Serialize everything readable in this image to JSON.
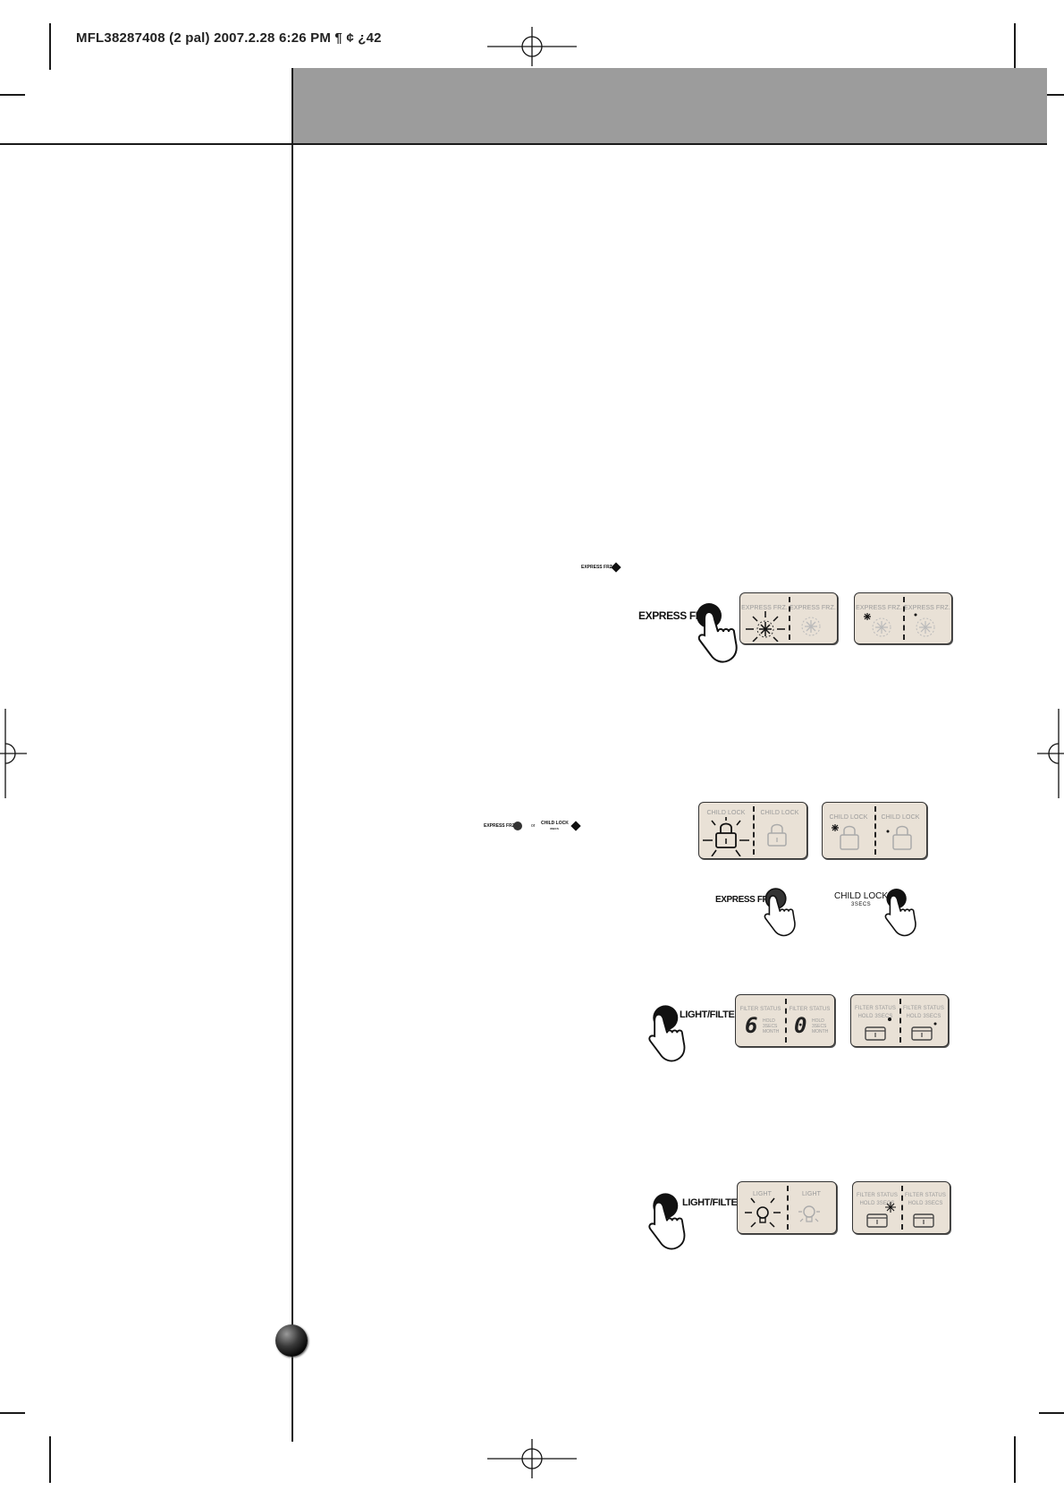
{
  "header": {
    "print_slug": "MFL38287408 (2  pal) 2007.2.28 6:26 PM ¶ ¢ ¿42"
  },
  "diagrams": {
    "express_frz": {
      "inline_label": "EXPRESS FRZ.",
      "button_label": "EXPRESS FRZ.",
      "lcd_1": {
        "left_caption": "EXPRESS FRZ.",
        "right_caption": "EXPRESS FRZ."
      },
      "lcd_2": {
        "left_caption": "EXPRESS FRZ.",
        "right_caption": "EXPRESS FRZ."
      }
    },
    "child_lock": {
      "inline_label_a": "EXPRESS FRZ.",
      "inline_or": "or",
      "inline_label_b": "CHILD LOCK",
      "inline_label_b_sub": "3SECS",
      "lcd_1": {
        "left_caption": "CHILD LOCK",
        "right_caption": "CHILD LOCK"
      },
      "lcd_2": {
        "left_caption": "CHILD LOCK",
        "right_caption": "CHILD LOCK"
      },
      "button_a_label": "EXPRESS FRZ.",
      "button_b_label": "CHILD LOCK",
      "button_b_sub": "3SECS"
    },
    "filter": {
      "button_label": "LIGHT/FILTER",
      "lcd_1": {
        "left_caption": "FILTER STATUS",
        "right_caption": "FILTER STATUS",
        "left_digit": "6",
        "right_digit": "0",
        "unit_lines": [
          "HOLD",
          "3SECS",
          "MONTH"
        ]
      },
      "lcd_2": {
        "left_caption": "FILTER STATUS",
        "left_caption_2": "HOLD 3SECS",
        "right_caption": "FILTER STATUS",
        "right_caption_2": "HOLD 3SECS"
      }
    },
    "light": {
      "button_label": "LIGHT/FILTER",
      "lcd_1": {
        "left_caption": "LIGHT",
        "right_caption": "LIGHT"
      },
      "lcd_2": {
        "left_caption": "FILTER STATUS",
        "left_caption_2": "HOLD 3SECS",
        "right_caption": "FILTER STATUS",
        "right_caption_2": "HOLD 3SECS"
      }
    }
  },
  "colors": {
    "header_band": "#9c9c9c",
    "lcd_background": "#e9e1d6",
    "ink": "#111111"
  }
}
